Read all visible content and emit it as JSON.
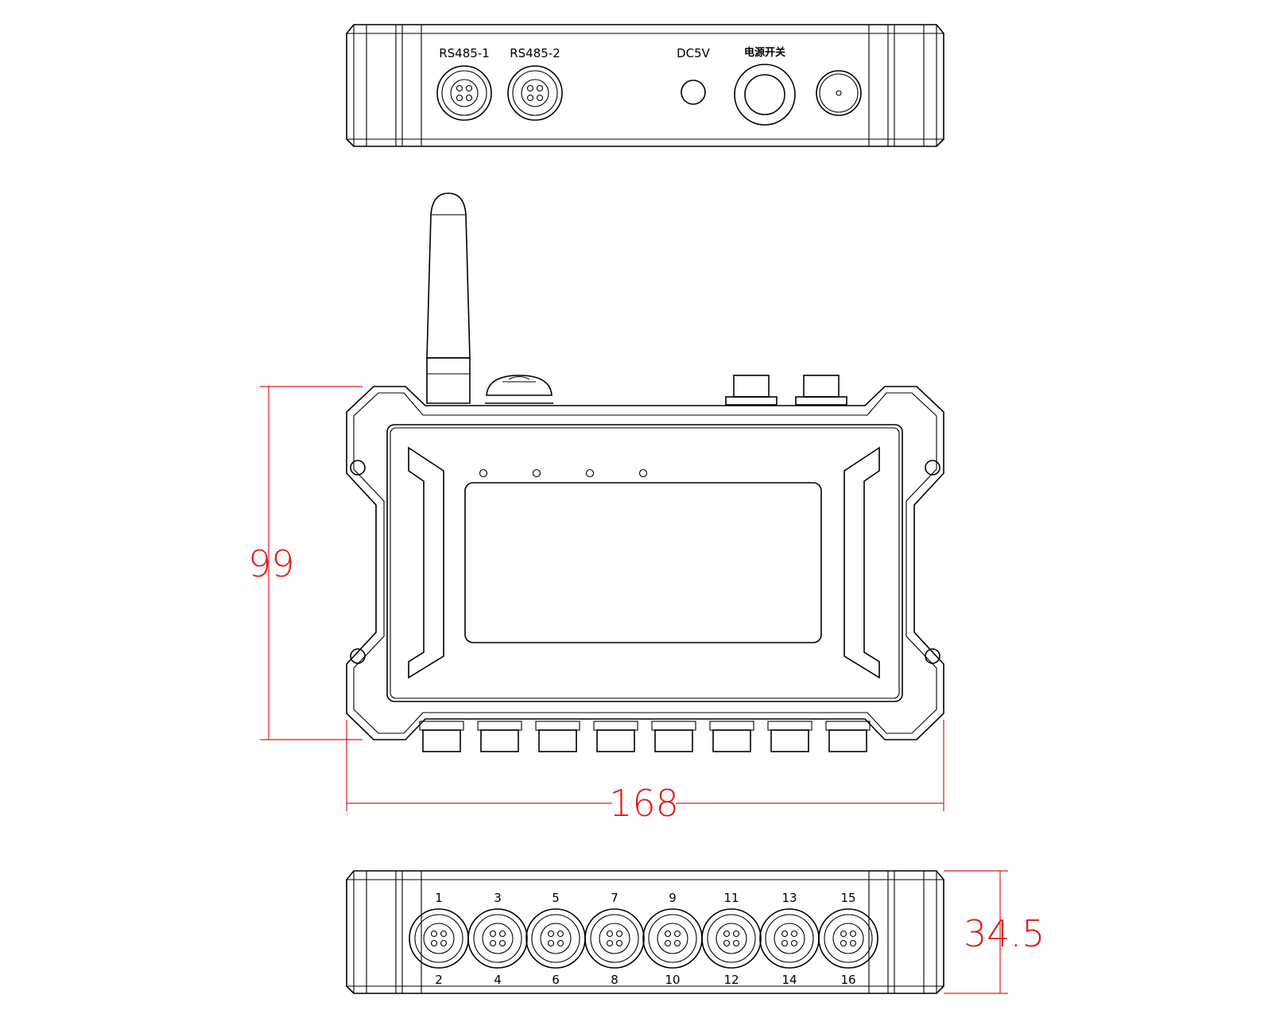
{
  "top_view": {
    "ports": [
      "RS485-1",
      "RS485-2"
    ],
    "dc_label": "DC5V",
    "power_label": "电源开关"
  },
  "dimensions": {
    "height": "99",
    "width": "168",
    "depth": "34.5"
  },
  "bottom_view": {
    "top_labels": [
      "1",
      "3",
      "5",
      "7",
      "9",
      "11",
      "13",
      "15"
    ],
    "bottom_labels": [
      "2",
      "4",
      "6",
      "8",
      "10",
      "12",
      "14",
      "16"
    ]
  }
}
